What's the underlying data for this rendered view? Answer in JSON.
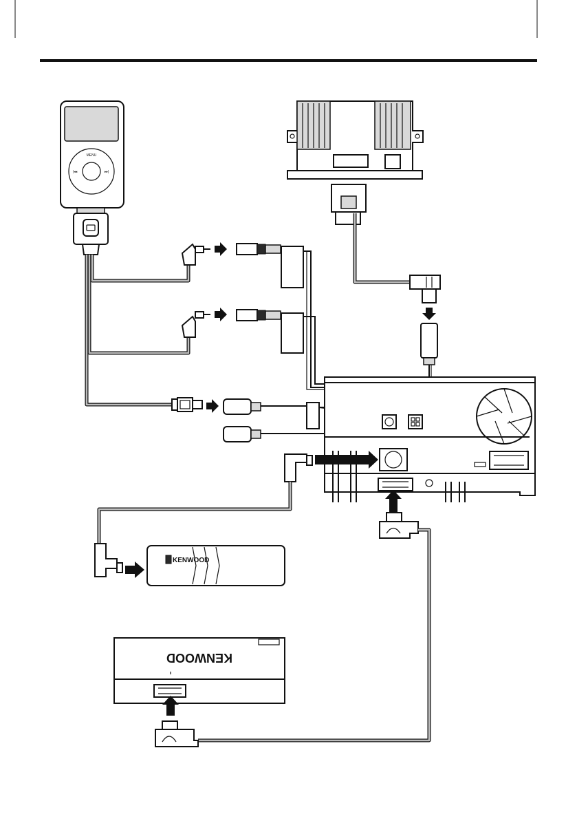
{
  "brand": {
    "cd_changer_logo": "KENWOOD",
    "tuner_box_logo": "KENWOOD"
  },
  "ipod": {
    "menu_label": "MENU"
  },
  "colors": {
    "line": "#111111",
    "cable_inner": "#bdbdbd",
    "fill_grey": "#d9d9d9",
    "background": "#ffffff"
  }
}
